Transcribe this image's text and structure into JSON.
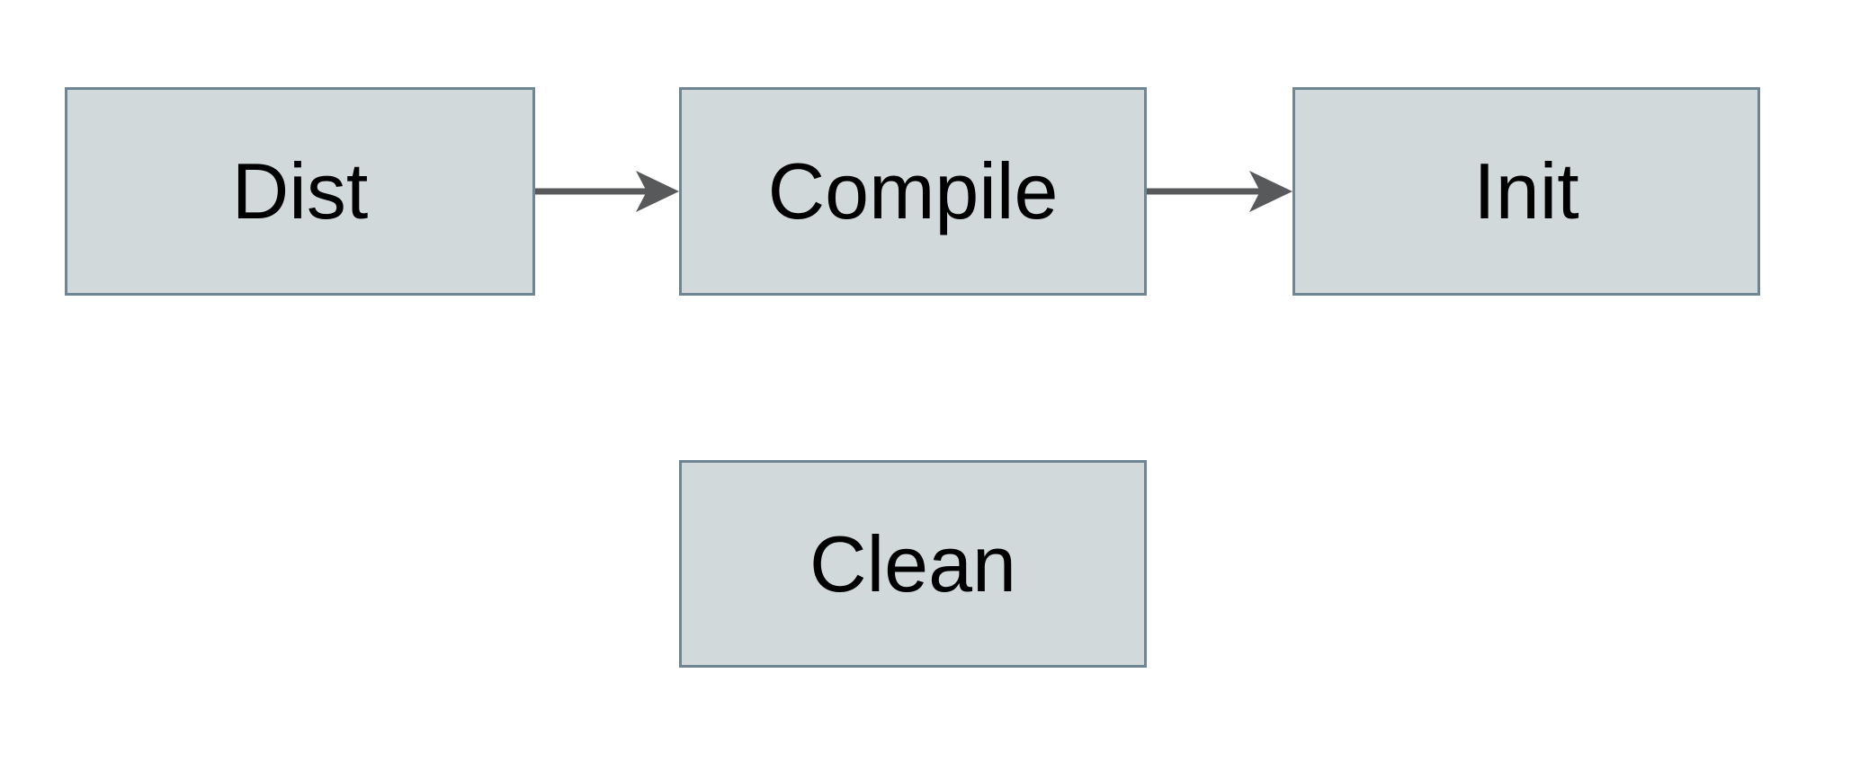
{
  "diagram": {
    "type": "flowchart",
    "nodes": [
      {
        "id": "dist",
        "label": "Dist"
      },
      {
        "id": "compile",
        "label": "Compile"
      },
      {
        "id": "init",
        "label": "Init"
      },
      {
        "id": "clean",
        "label": "Clean"
      }
    ],
    "edges": [
      {
        "from": "Dist",
        "to": "Compile",
        "style": "arrow"
      },
      {
        "from": "Compile",
        "to": "Init",
        "style": "arrow"
      }
    ],
    "colors": {
      "node_fill": "#d2d9db",
      "node_border": "#6e8594",
      "arrow": "#58595a",
      "text": "#000000",
      "background": "#ffffff"
    }
  }
}
